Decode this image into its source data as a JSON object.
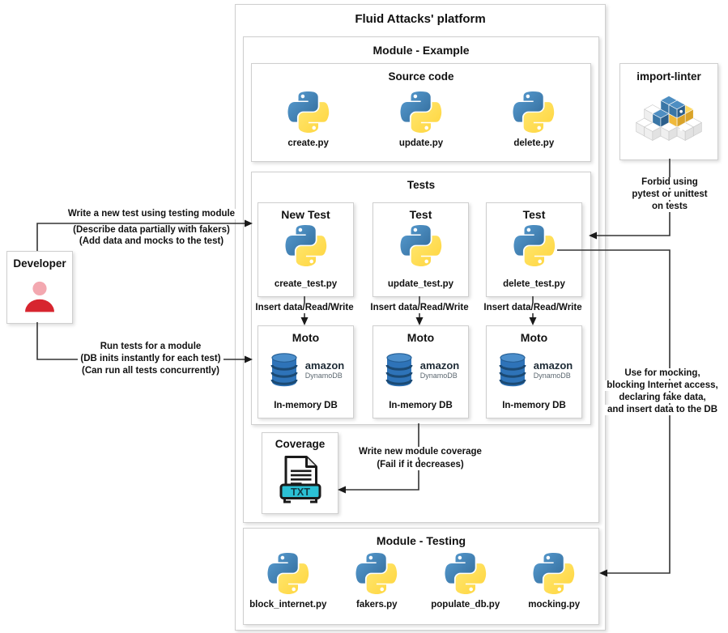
{
  "platform": {
    "title": "Fluid Attacks' platform"
  },
  "module_example": {
    "title": "Module - Example",
    "source_code": {
      "title": "Source code",
      "files": [
        "create.py",
        "update.py",
        "delete.py"
      ]
    },
    "tests": {
      "title": "Tests",
      "items": [
        {
          "title": "New Test",
          "file": "create_test.py",
          "arrow_label": "Insert data/Read/Write"
        },
        {
          "title": "Test",
          "file": "update_test.py",
          "arrow_label": "Insert data/Read/Write"
        },
        {
          "title": "Test",
          "file": "delete_test.py",
          "arrow_label": "Insert data/Read/Write"
        }
      ],
      "moto": {
        "title": "Moto",
        "brand": "amazon",
        "brand_sub": "DynamoDB",
        "caption": "In-memory DB"
      }
    },
    "coverage": {
      "title": "Coverage",
      "icon_label": "TXT",
      "note": [
        "Write new module coverage",
        "(Fail if it decreases)"
      ]
    }
  },
  "module_testing": {
    "title": "Module - Testing",
    "files": [
      "block_internet.py",
      "fakers.py",
      "populate_db.py",
      "mocking.py"
    ]
  },
  "import_linter": {
    "title": "import-linter",
    "note": [
      "Forbid using",
      "pytest or unittest",
      "on tests"
    ]
  },
  "developer": {
    "title": "Developer",
    "write_note": [
      "Write a new test using testing module",
      "(Describe data partially with fakers)",
      "(Add data and mocks to the test)"
    ],
    "run_note": [
      "Run tests for a module",
      "(DB inits instantly for each test)",
      "(Can run all tests concurrently)"
    ]
  },
  "right_note": [
    "Use for mocking,",
    "blocking Internet access,",
    "declaring fake data,",
    "and insert data to the DB"
  ],
  "colors": {
    "python_blue": "#3b77a8",
    "python_yellow": "#ffd43b",
    "dynamodb_blue": "#2e73b8",
    "dynamodb_dark": "#1b4a74",
    "coverage_cyan": "#2bc0d4",
    "developer_red": "#d7252f",
    "developer_pink": "#f3a8b0",
    "line": "#333333",
    "border": "#cfcfcf"
  }
}
